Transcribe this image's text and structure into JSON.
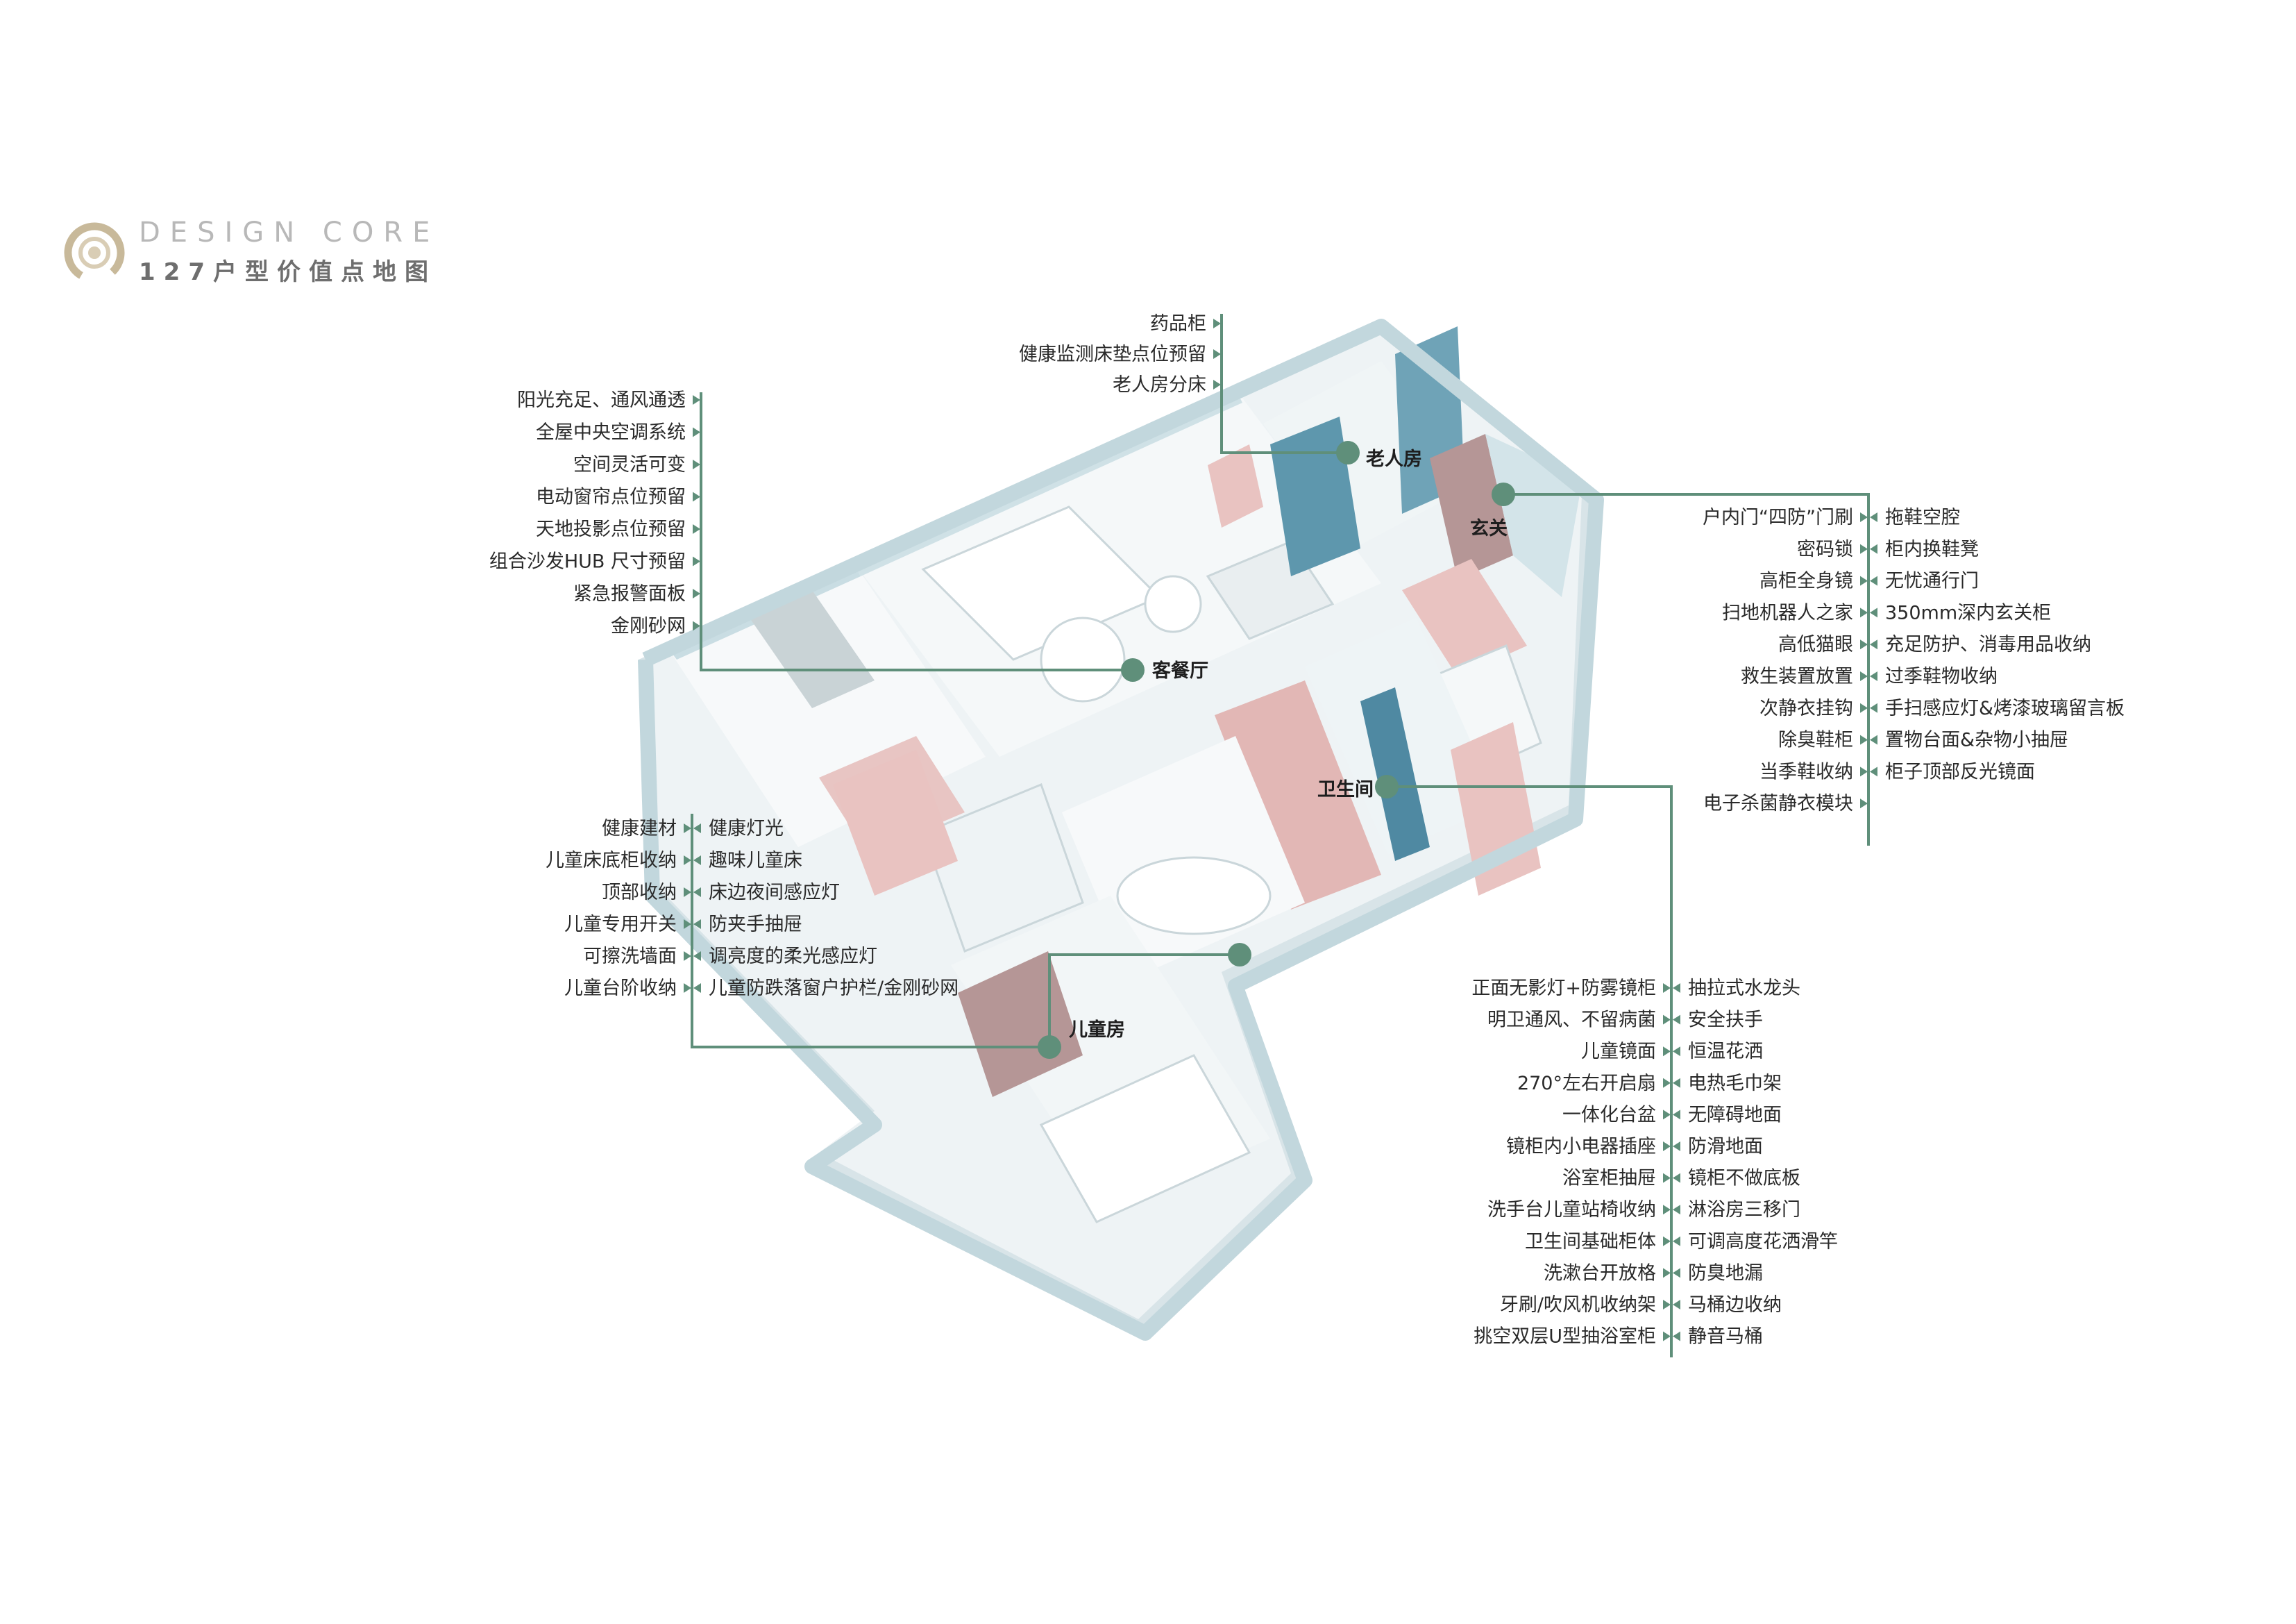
{
  "brand": {
    "title": "DESIGN CORE",
    "subtitle": "127户型价值点地图"
  },
  "colors": {
    "accent": "#5f8f7a",
    "wall": "#cfe1e6",
    "wall_dark": "#5e97ad",
    "pink": "#e9c3c1",
    "brown": "#b59696",
    "logo_gold": "#c8b99a"
  },
  "rooms": {
    "elder": {
      "label": "老人房",
      "items": [
        "药品柜",
        "健康监测床垫点位预留",
        "老人房分床"
      ]
    },
    "living": {
      "label": "客餐厅",
      "items": [
        "阳光充足、通风通透",
        "全屋中央空调系统",
        "空间灵活可变",
        "电动窗帘点位预留",
        "天地投影点位预留",
        "组合沙发HUB 尺寸预留",
        "紧急报警面板",
        "金刚砂网"
      ]
    },
    "entry": {
      "label": "玄关",
      "left_items": [
        "户内门“四防”门刷",
        "密码锁",
        "高柜全身镜",
        "扫地机器人之家",
        "高低猫眼",
        "救生装置放置",
        "次静衣挂钩",
        "除臭鞋柜",
        "当季鞋收纳",
        "电子杀菌静衣模块"
      ],
      "right_items": [
        "拖鞋空腔",
        "柜内换鞋凳",
        "无忧通行门",
        "350mm深内玄关柜",
        "充足防护、消毒用品收纳",
        "过季鞋物收纳",
        "手扫感应灯&烤漆玻璃留言板",
        "置物台面&杂物小抽屉",
        "柜子顶部反光镜面"
      ]
    },
    "bath": {
      "label": "卫生间",
      "left_items": [
        "正面无影灯+防雾镜柜",
        "明卫通风、不留病菌",
        "儿童镜面",
        "270°左右开启扇",
        "一体化台盆",
        "镜柜内小电器插座",
        "浴室柜抽屉",
        "洗手台儿童站椅收纳",
        "卫生间基础柜体",
        "洗漱台开放格",
        "牙刷/吹风机收纳架",
        "挑空双层U型抽浴室柜"
      ],
      "right_items": [
        "抽拉式水龙头",
        "安全扶手",
        "恒温花洒",
        "电热毛巾架",
        "无障碍地面",
        "防滑地面",
        "镜柜不做底板",
        "淋浴房三移门",
        "可调高度花洒滑竿",
        "防臭地漏",
        "马桶边收纳",
        "静音马桶"
      ]
    },
    "kids": {
      "label": "儿童房",
      "left_items": [
        "健康建材",
        "儿童床底柜收纳",
        "顶部收纳",
        "儿童专用开关",
        "可擦洗墙面",
        "儿童台阶收纳"
      ],
      "right_items": [
        "健康灯光",
        "趣味儿童床",
        "床边夜间感应灯",
        "防夹手抽屉",
        "调亮度的柔光感应灯",
        "儿童防跌落窗户护栏/金刚砂网"
      ]
    }
  }
}
